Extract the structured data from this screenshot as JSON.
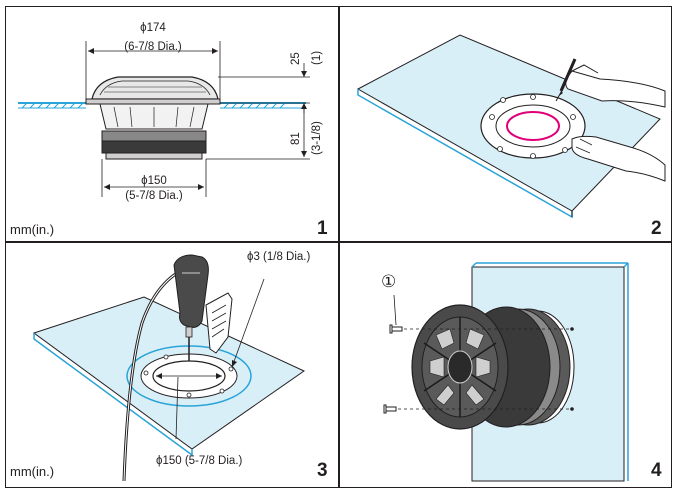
{
  "panels": [
    {
      "number": "1",
      "unit": "mm(in.)",
      "dims": {
        "outer_diameter": "ϕ174",
        "outer_diameter_in": "(6-7/8 Dia.)",
        "height_above": "25",
        "height_above_in": "(1)",
        "depth": "81",
        "depth_in": "(3-1/8)",
        "basket_diameter": "ϕ150",
        "basket_diameter_in": "(5-7/8 Dia.)"
      }
    },
    {
      "number": "2"
    },
    {
      "number": "3",
      "unit": "mm(in.)",
      "dims": {
        "hole_diameter": "ϕ3 (1/8 Dia.)",
        "cutout_diameter": "ϕ150 (5-7/8 Dia.)"
      }
    },
    {
      "number": "4",
      "callout": "①"
    }
  ],
  "colors": {
    "board": "#d8eff8",
    "outline": "#231f20",
    "blue": "#2aa3d8",
    "magenta": "#e0007a"
  }
}
